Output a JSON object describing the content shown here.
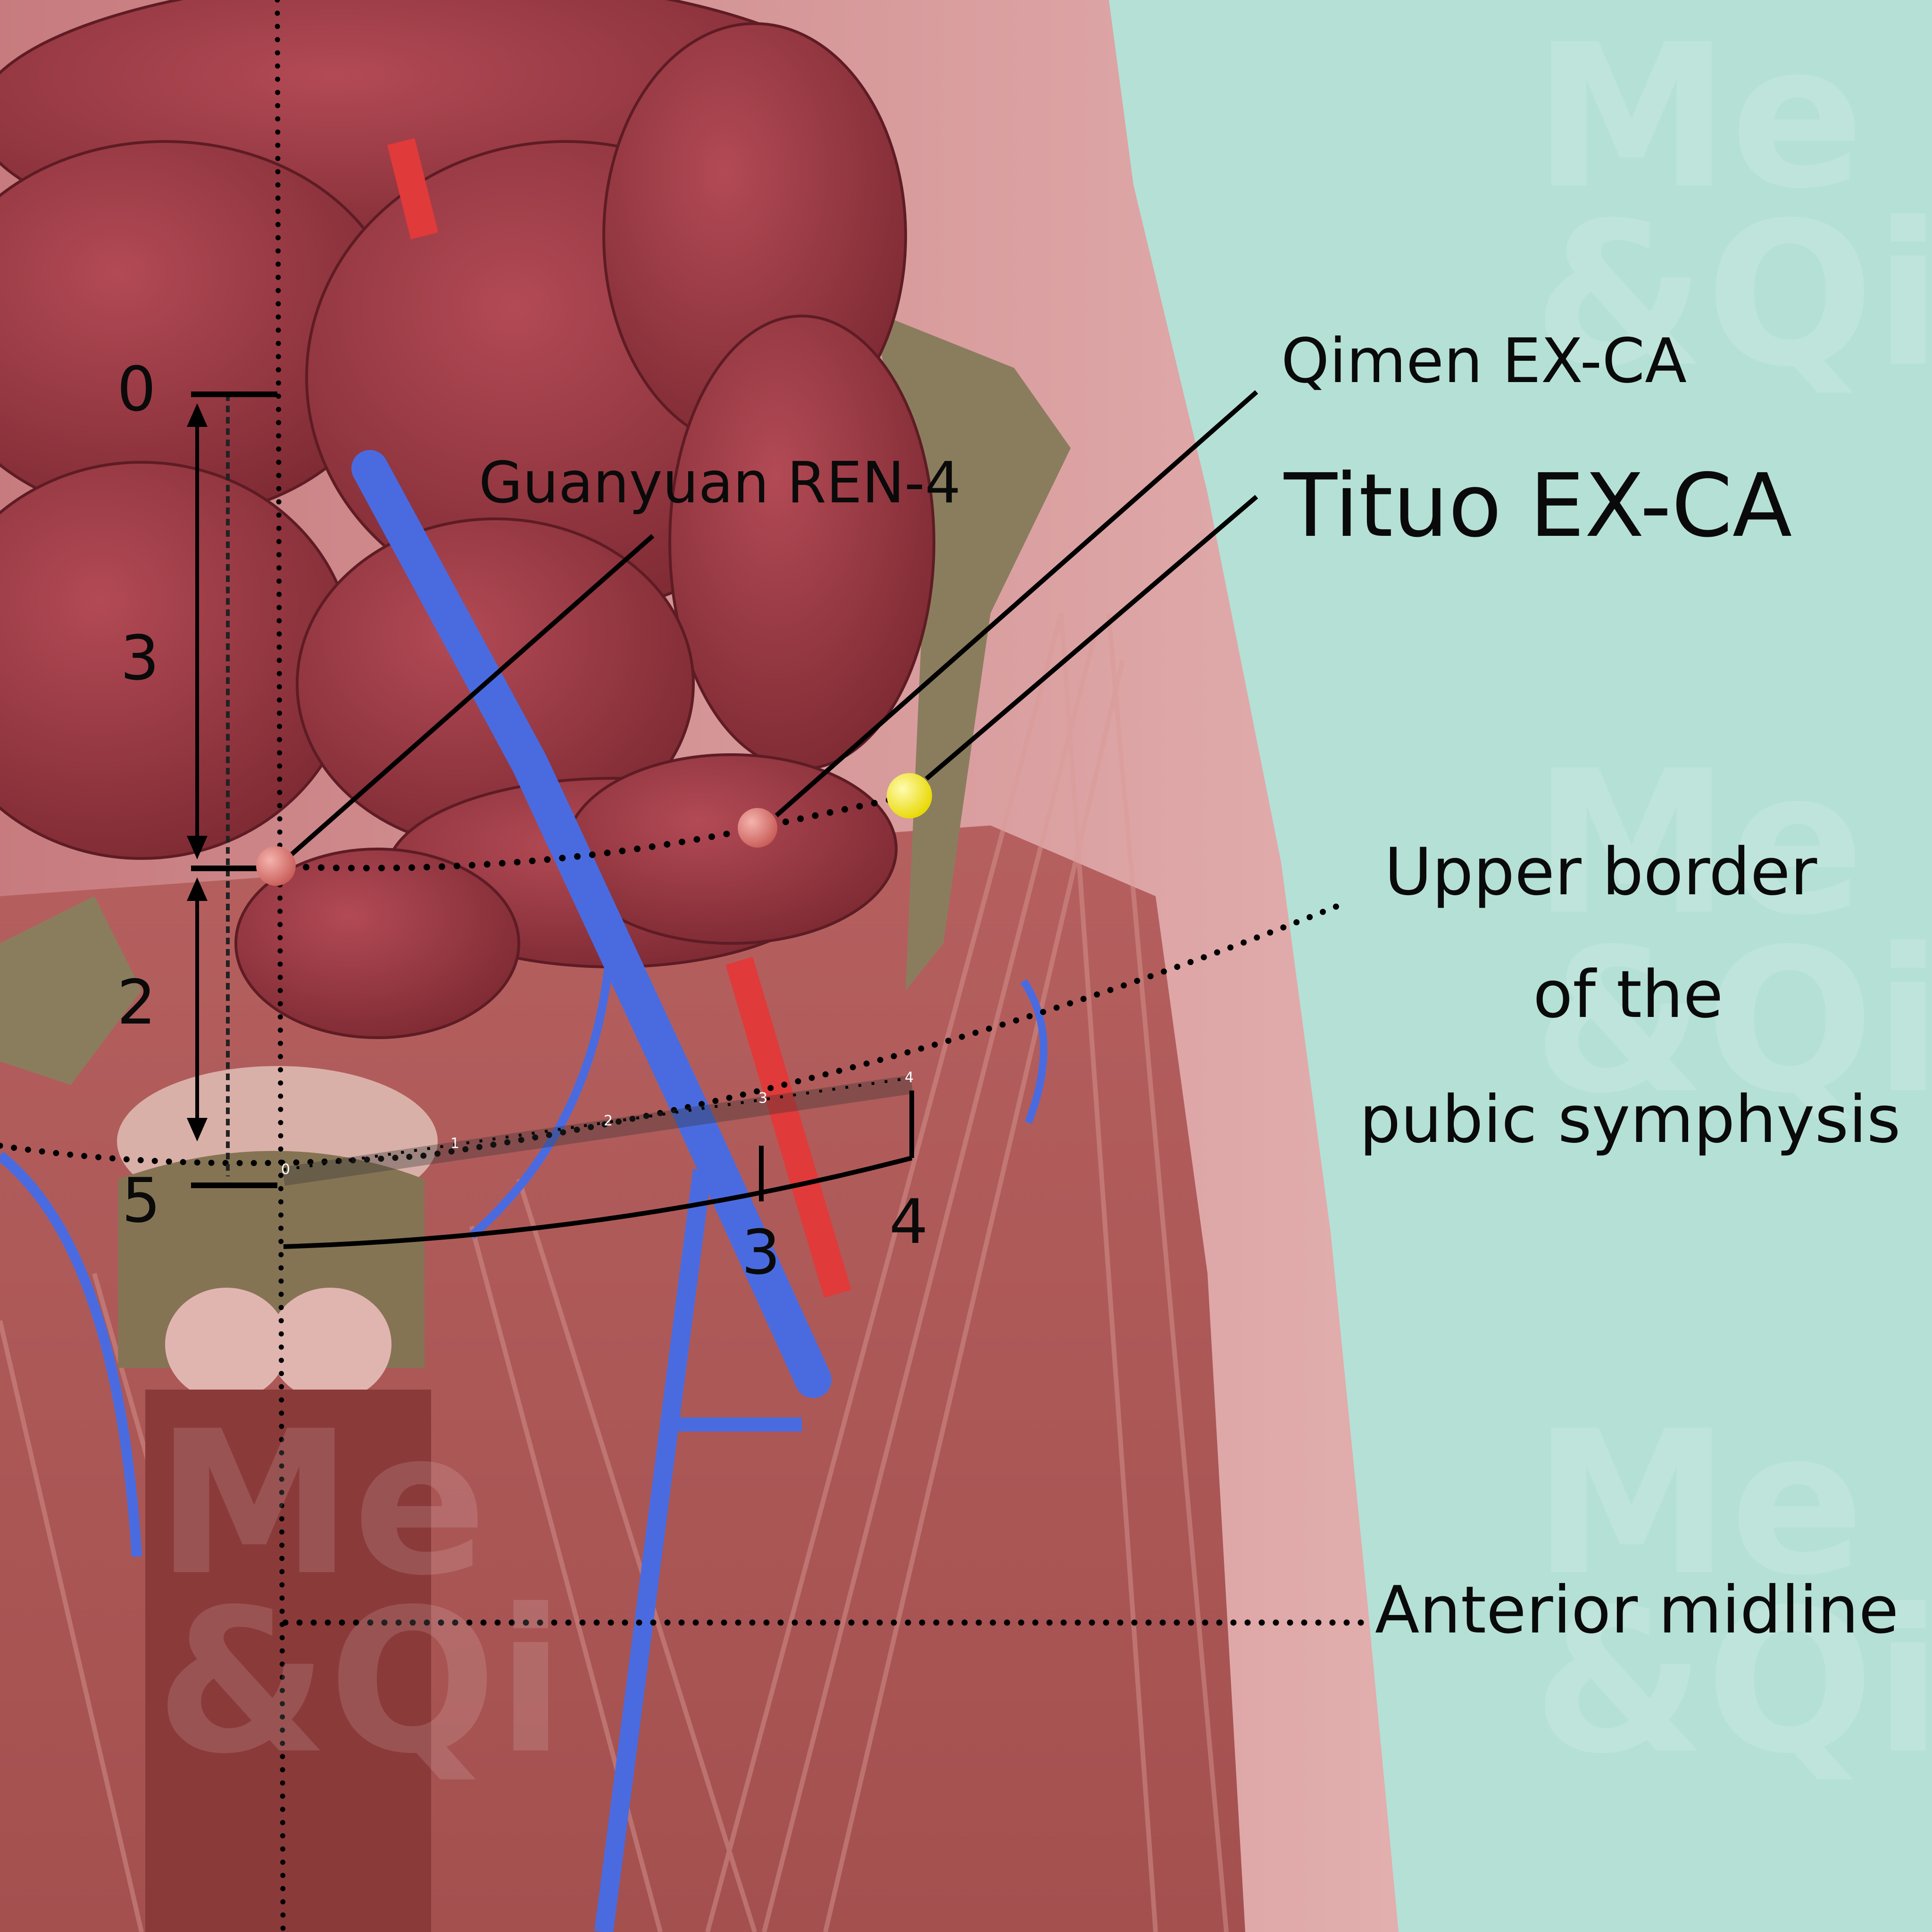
{
  "labels": {
    "qimen": "Qimen EX-CA",
    "tituo": "Tituo EX-CA",
    "guanyuan": "Guanyuan REN-4",
    "pubic_line1": "Upper  border",
    "pubic_line2": "of the",
    "pubic_line3": "pubic symphysis",
    "midline": "Anterior midline"
  },
  "vertical_scale": {
    "top": "0",
    "upper_span": "3",
    "lower_span": "2",
    "bottom": "5"
  },
  "horizontal_scale": {
    "first": "3",
    "second": "4",
    "ruler_ticks": [
      "0",
      "1",
      "2",
      "3",
      "4"
    ]
  },
  "watermark": "Me & Qi",
  "colors": {
    "background": "#b5e0d6",
    "highlight_point": "#f2e636",
    "reference_point": "#d9706a",
    "vein": "#4a6be0",
    "artery": "#e03a3a"
  }
}
